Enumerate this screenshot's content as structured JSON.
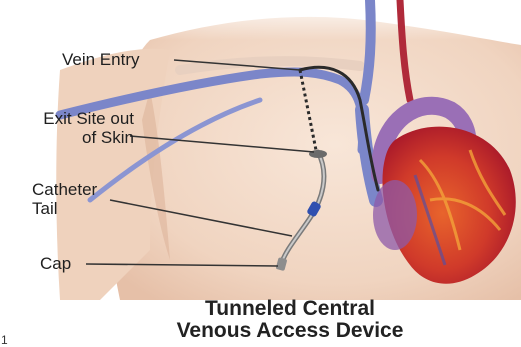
{
  "diagram": {
    "title_lines": [
      "Tunneled Central",
      "Venous Access Device"
    ],
    "labels": {
      "vein_entry": "Vein Entry",
      "exit_site_line1": "Exit Site out",
      "exit_site_line2": "of Skin",
      "catheter_tail_line1": "Catheter",
      "catheter_tail_line2": "Tail",
      "cap": "Cap"
    },
    "stray_mark": "1",
    "colors": {
      "skin": "#f3dccb",
      "skin_shadow": "#e2bfa8",
      "vein": "#7b86c9",
      "heart_red": "#c8242c",
      "heart_orange": "#e35b2c",
      "aorta": "#9a6fb6",
      "catheter": "#8a8a8a",
      "leader_line": "#333333"
    }
  }
}
